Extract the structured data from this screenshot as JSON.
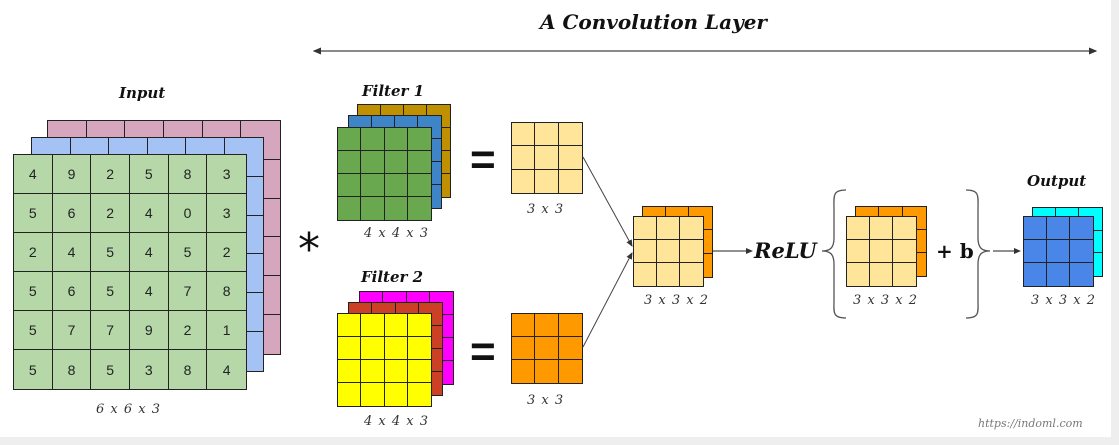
{
  "title": "A Convolution Layer",
  "input": {
    "label": "Input",
    "dims": "6 x 6 x 3",
    "layer_colors": [
      "#d5a6bd",
      "#a4c2f4",
      "#b6d7a8"
    ],
    "front_values": [
      [
        4,
        9,
        2,
        5,
        8,
        3
      ],
      [
        5,
        6,
        2,
        4,
        0,
        3
      ],
      [
        2,
        4,
        5,
        4,
        5,
        2
      ],
      [
        5,
        6,
        5,
        4,
        7,
        8
      ],
      [
        5,
        7,
        7,
        9,
        2,
        1
      ],
      [
        5,
        8,
        5,
        3,
        8,
        4
      ]
    ]
  },
  "operator": "*",
  "filter1": {
    "label": "Filter 1",
    "dims": "4 x 4 x 3",
    "layer_colors": [
      "#bf9000",
      "#3d85c6",
      "#6aa84f"
    ]
  },
  "filter2": {
    "label": "Filter 2",
    "dims": "4 x 4 x 3",
    "layer_colors": [
      "#ff00ff",
      "#cc4125",
      "#ffff00"
    ]
  },
  "equals": "=",
  "result1": {
    "dims": "3 x 3",
    "color": "#ffe599"
  },
  "result2": {
    "dims": "3 x 3",
    "color": "#ff9900"
  },
  "stacked": {
    "dims": "3 x 3 x 2",
    "layer_colors": [
      "#ff9900",
      "#ffe599"
    ]
  },
  "relu": {
    "label": "ReLU"
  },
  "bias_block": {
    "dims": "3 x 3 x 2",
    "bias_label": "+ b",
    "layer_colors": [
      "#ff9900",
      "#ffe599"
    ]
  },
  "output": {
    "label": "Output",
    "dims": "3 x 3 x 2",
    "layer_colors": [
      "#00ffff",
      "#4a86e8"
    ]
  },
  "watermark": "https://indoml.com"
}
